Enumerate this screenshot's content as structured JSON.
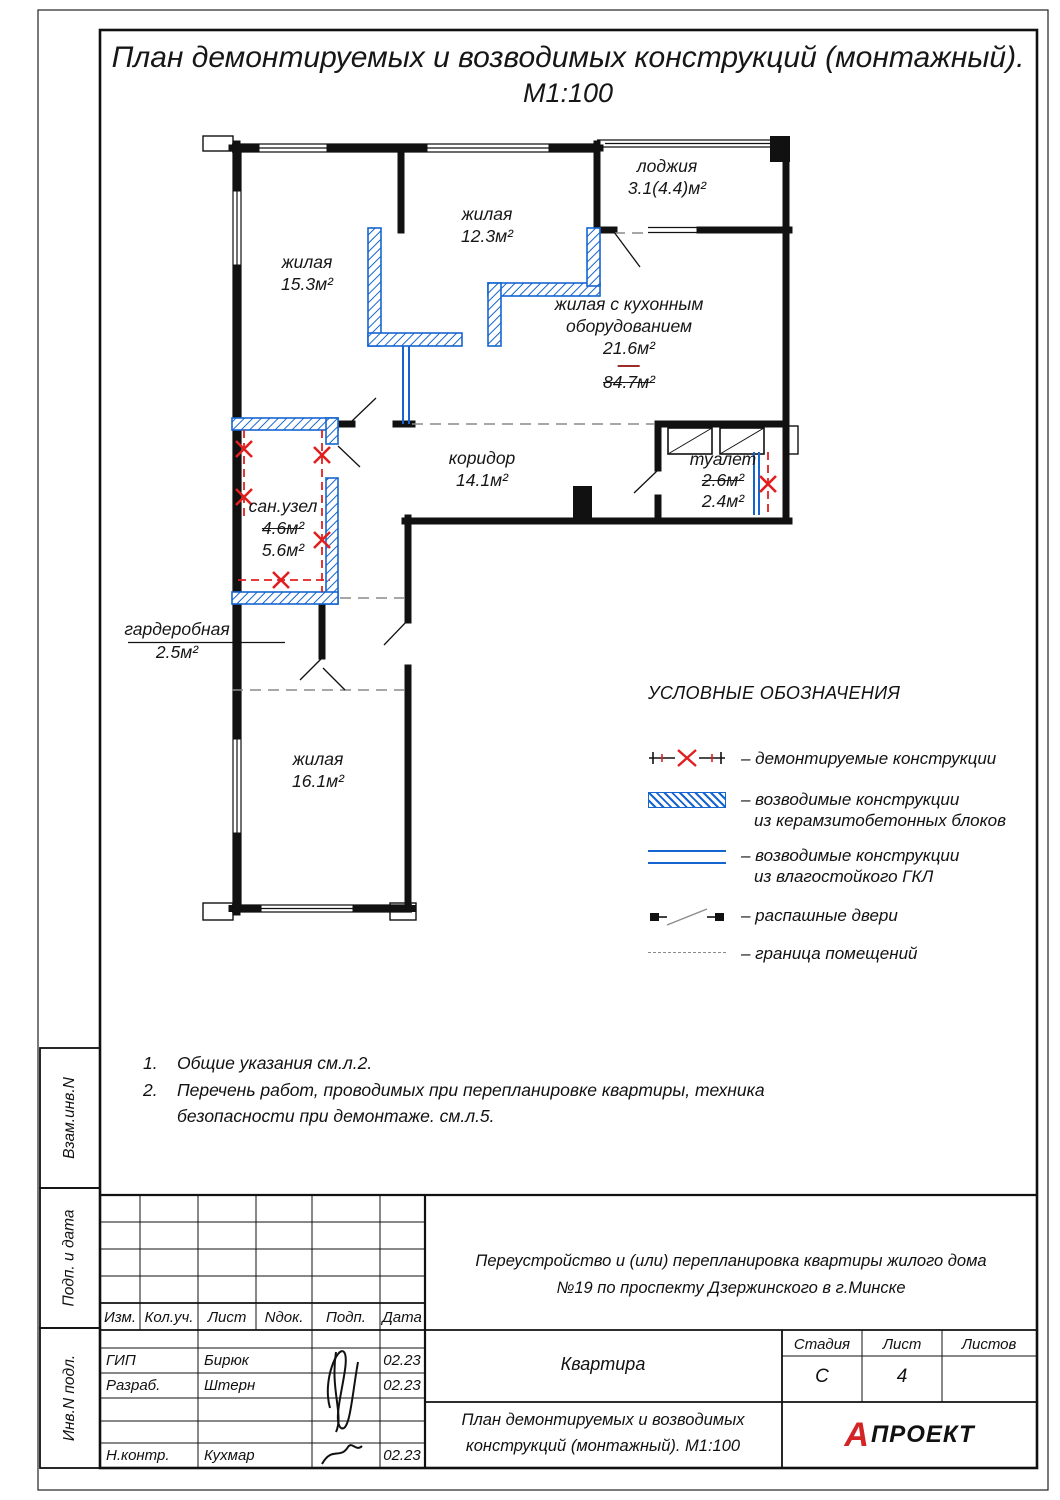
{
  "header": {
    "title": "План демонтируемых и возводимых конструкций (монтажный).",
    "scale": "М1:100"
  },
  "colors": {
    "demolition_red": "#e02020",
    "construction_blue": "#1565d0"
  },
  "rooms": {
    "loggia": {
      "name": "лоджия",
      "area": "3.1(4.4)м²"
    },
    "living12": {
      "name": "жилая",
      "area": "12.3м²"
    },
    "living15": {
      "name": "жилая",
      "area": "15.3м²"
    },
    "kitchen": {
      "name1": "жилая с кухонным",
      "name2": "оборудованием",
      "area": "21.6м²",
      "old_total": "84.7м²"
    },
    "corridor": {
      "name": "коридор",
      "area": "14.1м²"
    },
    "toilet": {
      "name": "туалет",
      "old_area": "2.6м²",
      "new_area": "2.4м²"
    },
    "bathroom": {
      "name": "сан.узел",
      "old_area": "4.6м²",
      "new_area": "5.6м²"
    },
    "wardrobe": {
      "name": "гардеробная",
      "area": "2.5м²"
    },
    "living16": {
      "name": "жилая",
      "area": "16.1м²"
    }
  },
  "legend": {
    "title": "УСЛОВНЫЕ ОБОЗНАЧЕНИЯ",
    "demolished": "– демонтируемые конструкции",
    "blocks1": "– возводимые конструкции",
    "blocks2": "из керамзитобетонных блоков",
    "gkl1": "– возводимые конструкции",
    "gkl2": "из влагостойкого ГКЛ",
    "doors": "– распашные двери",
    "boundary": "– граница помещений"
  },
  "notes": [
    {
      "num": "1.",
      "text": "Общие указания см.л.2."
    },
    {
      "num": "2.",
      "text": "Перечень работ, проводимых при перепланировке квартиры, техника безопасности при демонтаже. см.л.5."
    }
  ],
  "titleblock": {
    "cols": [
      "Изм.",
      "Кол.уч.",
      "Лист",
      "Nдок.",
      "Подп.",
      "Дата"
    ],
    "rows": [
      {
        "role": "ГИП",
        "name": "Бирюк",
        "date": "02.23"
      },
      {
        "role": "Разраб.",
        "name": "Штерн",
        "date": "02.23"
      },
      {
        "role": "Н.контр.",
        "name": "Кухмар",
        "date": "02.23"
      }
    ],
    "project": "Переустройство и (или) перепланировка квартиры жилого дома №19 по проспекту Дзержинского в г.Минске",
    "object_name": "Квартира",
    "stage_label": "Стадия",
    "sheet_label": "Лист",
    "sheets_label": "Листов",
    "stage": "С",
    "sheet": "4",
    "sheets": "",
    "doc_title1": "План демонтируемых и возводимых",
    "doc_title2": "конструкций (монтажный). М1:100",
    "logo_a": "А",
    "logo_text": "ПРОЕКТ"
  },
  "margins": {
    "vzam": "Взам.инв.N",
    "podp": "Подп. и дата",
    "inv": "Инв.N подл."
  }
}
